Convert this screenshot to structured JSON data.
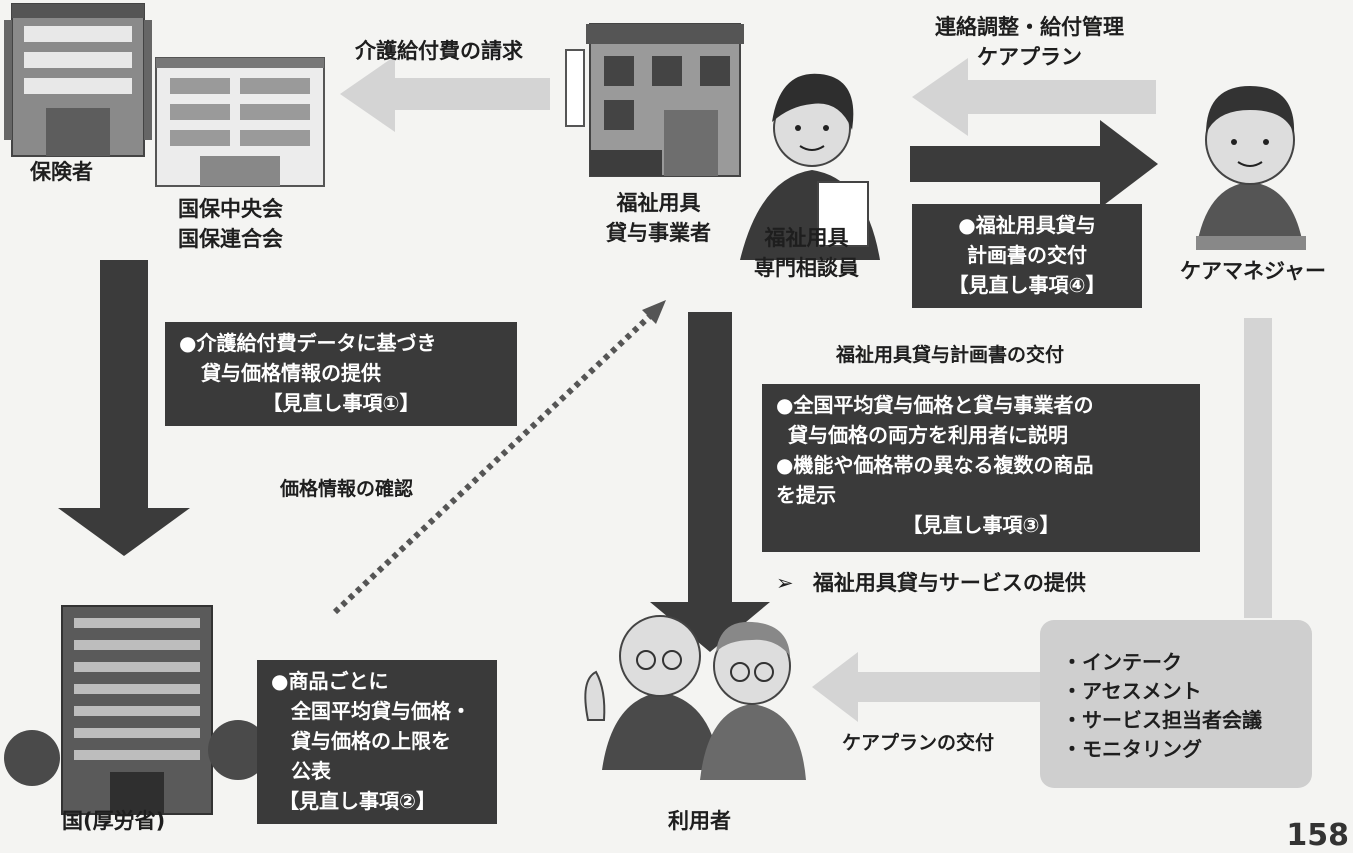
{
  "actors": {
    "insurer": "保険者",
    "federation": [
      "国保中央会",
      "国保連合会"
    ],
    "provider": [
      "福祉用具",
      "貸与事業者"
    ],
    "specialist": [
      "福祉用具",
      "専門相談員"
    ],
    "care_manager": "ケアマネジャー",
    "government": "国(厚労省)",
    "user": "利用者"
  },
  "flows": {
    "claim": "介護給付費の請求",
    "coordination": [
      "連絡調整・給付管理",
      "ケアプラン"
    ],
    "price_check": "価格情報の確認",
    "plan_delivery_label": "福祉用具貸与計画書の交付",
    "service_provision": "福祉用具貸与サービスの提供",
    "care_plan_delivery": "ケアプランの交付",
    "bullet_arrow": "➢"
  },
  "boxes": {
    "plan_to_cm": [
      "●福祉用具貸与",
      "計画書の交付",
      "【見直し事項④】"
    ],
    "price_info": [
      "●介護給付費データに基づき",
      "貸与価格情報の提供",
      "【見直し事項①】"
    ],
    "explain": [
      "●全国平均貸与価格と貸与事業者の",
      "貸与価格の両方を利用者に説明",
      "●機能や価格帯の異なる複数の商品",
      "を提示",
      "【見直し事項③】"
    ],
    "publish": [
      "●商品ごとに",
      "全国平均貸与価格・",
      "貸与価格の上限を",
      "公表",
      "【見直し事項②】"
    ],
    "cm_tasks": [
      "・インテーク",
      "・アセスメント",
      "・サービス担当者会議",
      "・モニタリング"
    ]
  },
  "page_number": "158",
  "colors": {
    "box_dark": "#3a3a3a",
    "arrow_dark": "#3b3b3b",
    "arrow_light": "#d4d4d4",
    "dotted": "#555555"
  }
}
